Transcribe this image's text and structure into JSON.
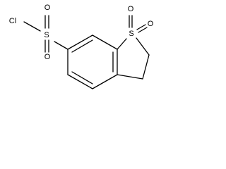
{
  "molecule": {
    "atoms": {
      "chlorine": "Cl",
      "sulfonyl_sulfur": "S",
      "sulfonyl_oxygen_top": "O",
      "sulfonyl_oxygen_bottom": "O",
      "ring_sulfur": "S",
      "ring_oxygen_left": "O",
      "ring_oxygen_right": "O"
    },
    "colors": {
      "bond": "#000000",
      "label": "#000000",
      "background": "#ffffff"
    }
  }
}
